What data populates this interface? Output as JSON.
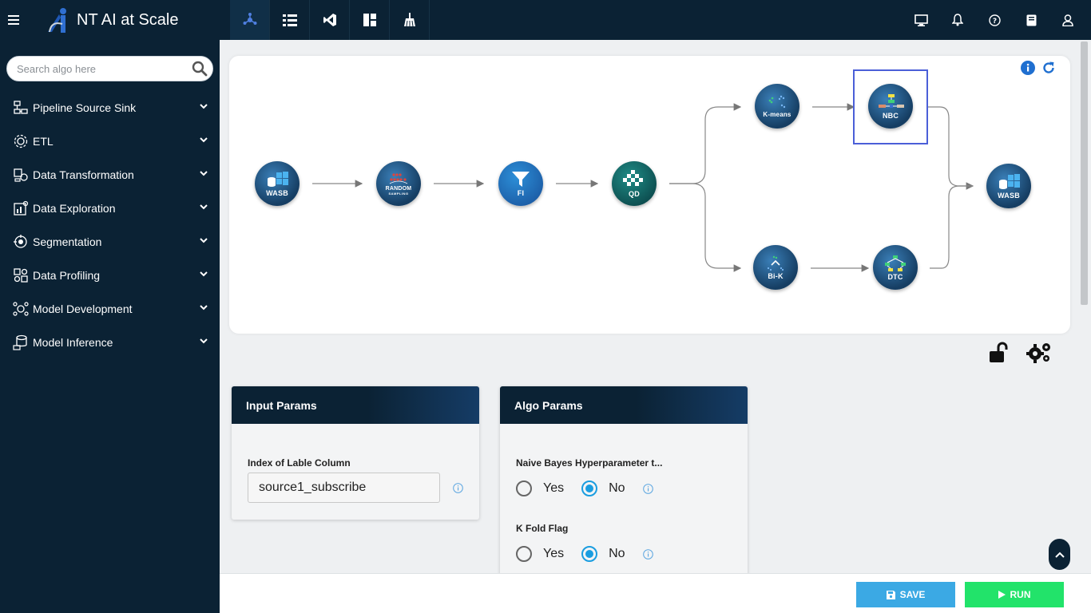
{
  "app": {
    "title": "NT AI at Scale"
  },
  "search": {
    "placeholder": "Search algo here"
  },
  "sidebar": {
    "items": [
      {
        "label": "Pipeline Source Sink"
      },
      {
        "label": "ETL"
      },
      {
        "label": "Data Transformation"
      },
      {
        "label": "Data Exploration"
      },
      {
        "label": "Segmentation"
      },
      {
        "label": "Data Profiling"
      },
      {
        "label": "Model Development"
      },
      {
        "label": "Model Inference"
      }
    ]
  },
  "pipeline": {
    "nodes": {
      "wasb_source": "WASB",
      "random_sampling": "RANDOM",
      "random_sampling_sub": "SAMPLING",
      "fi": "FI",
      "qd": "QD",
      "kmeans": "K-means",
      "nbc": "NBC",
      "bik": "Bi-K",
      "dtc": "DTC",
      "wasb_sink": "WASB"
    }
  },
  "input_params": {
    "title": "Input Params",
    "label_column": {
      "label": "Index of Lable Column",
      "value": "source1_subscribe"
    }
  },
  "algo_params": {
    "title": "Algo Params",
    "hyperparam": {
      "label": "Naive Bayes Hyperparameter t...",
      "yes": "Yes",
      "no": "No",
      "selected": "No"
    },
    "kfold": {
      "label": "K Fold Flag",
      "yes": "Yes",
      "no": "No",
      "selected": "No"
    }
  },
  "actions": {
    "save": "SAVE",
    "run": "RUN"
  },
  "colors": {
    "dark": "#0b2234",
    "save": "#3ba9e4",
    "run": "#22e36a",
    "accent": "#1a9de0"
  }
}
